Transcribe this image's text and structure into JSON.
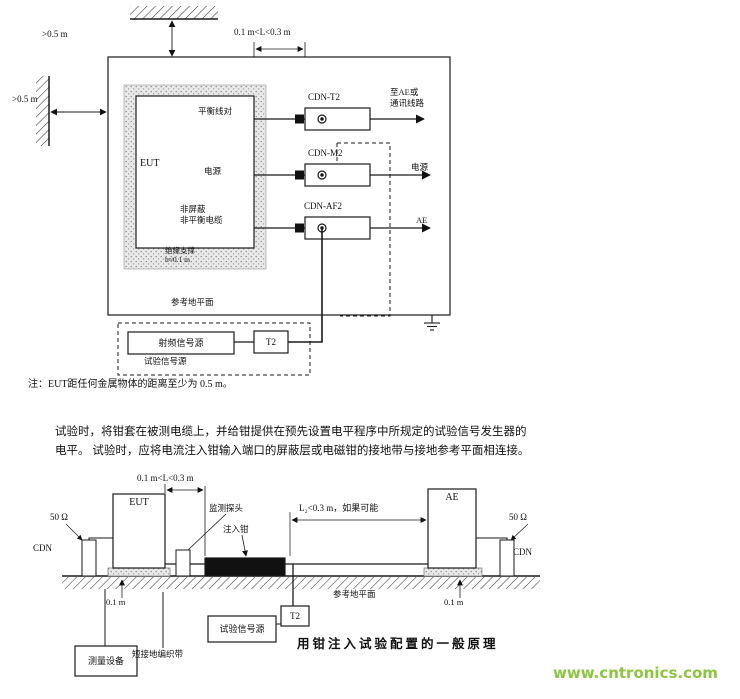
{
  "top_diagram": {
    "dims": {
      "ceiling_gap": ">0.5 m",
      "wall_gap": ">0.5 m",
      "cable_length": "0.1 m<L<0.3 m"
    },
    "eut_label": "EUT",
    "ports": {
      "balanced_pair": "平衡线对",
      "power": "电源",
      "unshielded": "非屏蔽\n非平衡电缆"
    },
    "support_label": "绝缘支撑\nh≈0.1 m",
    "cdns": [
      {
        "name": "CDN-T2",
        "output": "至AE或\n通讯线路"
      },
      {
        "name": "CDN-M2",
        "output": "电源"
      },
      {
        "name": "CDN-AF2",
        "output": "AE"
      }
    ],
    "ground_label": "参考地平面",
    "generator": {
      "rf_source": "射频信号源",
      "t2": "T2",
      "box_label": "试验信号源"
    },
    "note": "注：EUT距任何金属物体的距离至少为 0.5 m。"
  },
  "paragraph": "试验时，将钳套在被测电缆上，并给钳提供在预先设置电平程序中所规定的试验信号发生器的\n电平。  试验时，应将电流注入钳输入端口的屏蔽层或电磁钳的接地带与接地参考平面相连接。",
  "bottom_diagram": {
    "dims": {
      "eut_clamp_gap": "0.1 m<L<0.3 m",
      "clamp_ae_gap": "L₂<0.3 m，如果可能",
      "support_left": "0.1 m",
      "support_right": "0.1 m"
    },
    "eut_label": "EUT",
    "ae_label": "AE",
    "left": {
      "ohm": "50 Ω",
      "cdn": "CDN"
    },
    "right": {
      "ohm": "50 Ω",
      "cdn": "CDN"
    },
    "probe_label": "监测探头",
    "clamp_label": "注入钳",
    "ground_label": "参考地平面",
    "braid_label": "短接地编织带",
    "equipment": {
      "measure": "测量设备",
      "source": "试验信号源",
      "t2": "T2"
    },
    "caption": "用钳注入试验配置的一般原理"
  },
  "watermark": "www.cntronics.com",
  "colors": {
    "watermark_green": "#8cc63e",
    "ink": "#1a1a1a"
  }
}
